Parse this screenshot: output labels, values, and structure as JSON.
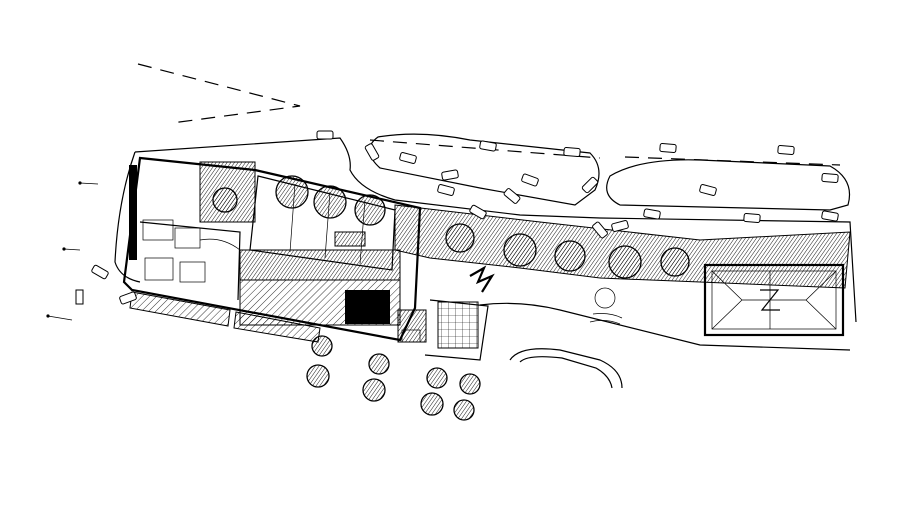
{
  "drawing": {
    "type": "cad-site-plan",
    "background": "#ffffff",
    "ink": "#000000"
  },
  "elements": {
    "parking_lot_north_a": "parking-island",
    "parking_lot_north_b": "parking-island",
    "main_building": "building-footprint",
    "pavilion_east": "roofed-building",
    "parking_grid_south": "parking-bays",
    "tree_clusters": "tree-symbols",
    "vehicles": "car-symbols"
  }
}
